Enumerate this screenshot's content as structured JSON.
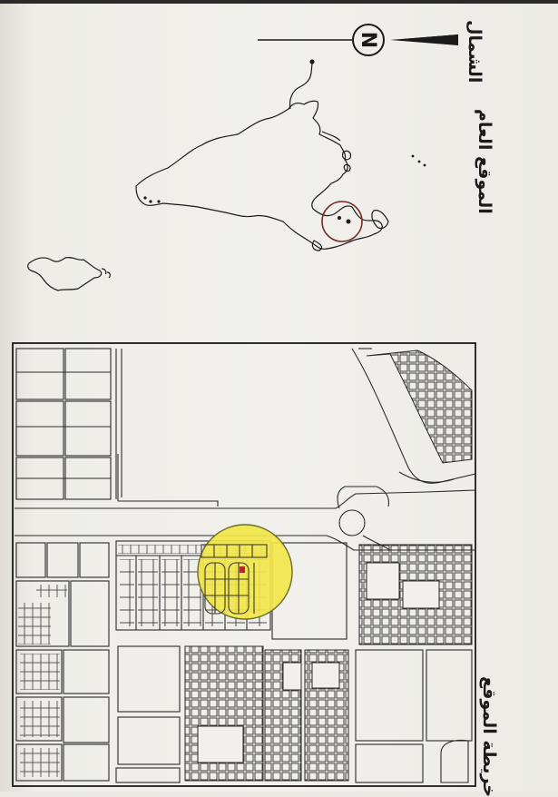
{
  "labels": {
    "north": "الشمال",
    "general_location": "الموقع العام",
    "site_map": "خريطة الموقع"
  },
  "north_arrow": {
    "letter": "N"
  },
  "colors": {
    "highlight_fill": "#f2e64a",
    "highlight_stroke": "#6b6b2a",
    "marker": "#b3262b",
    "line": "#2a2a2a"
  },
  "icons": [
    "north-arrow-icon",
    "location-circle-icon",
    "site-marker-icon"
  ]
}
